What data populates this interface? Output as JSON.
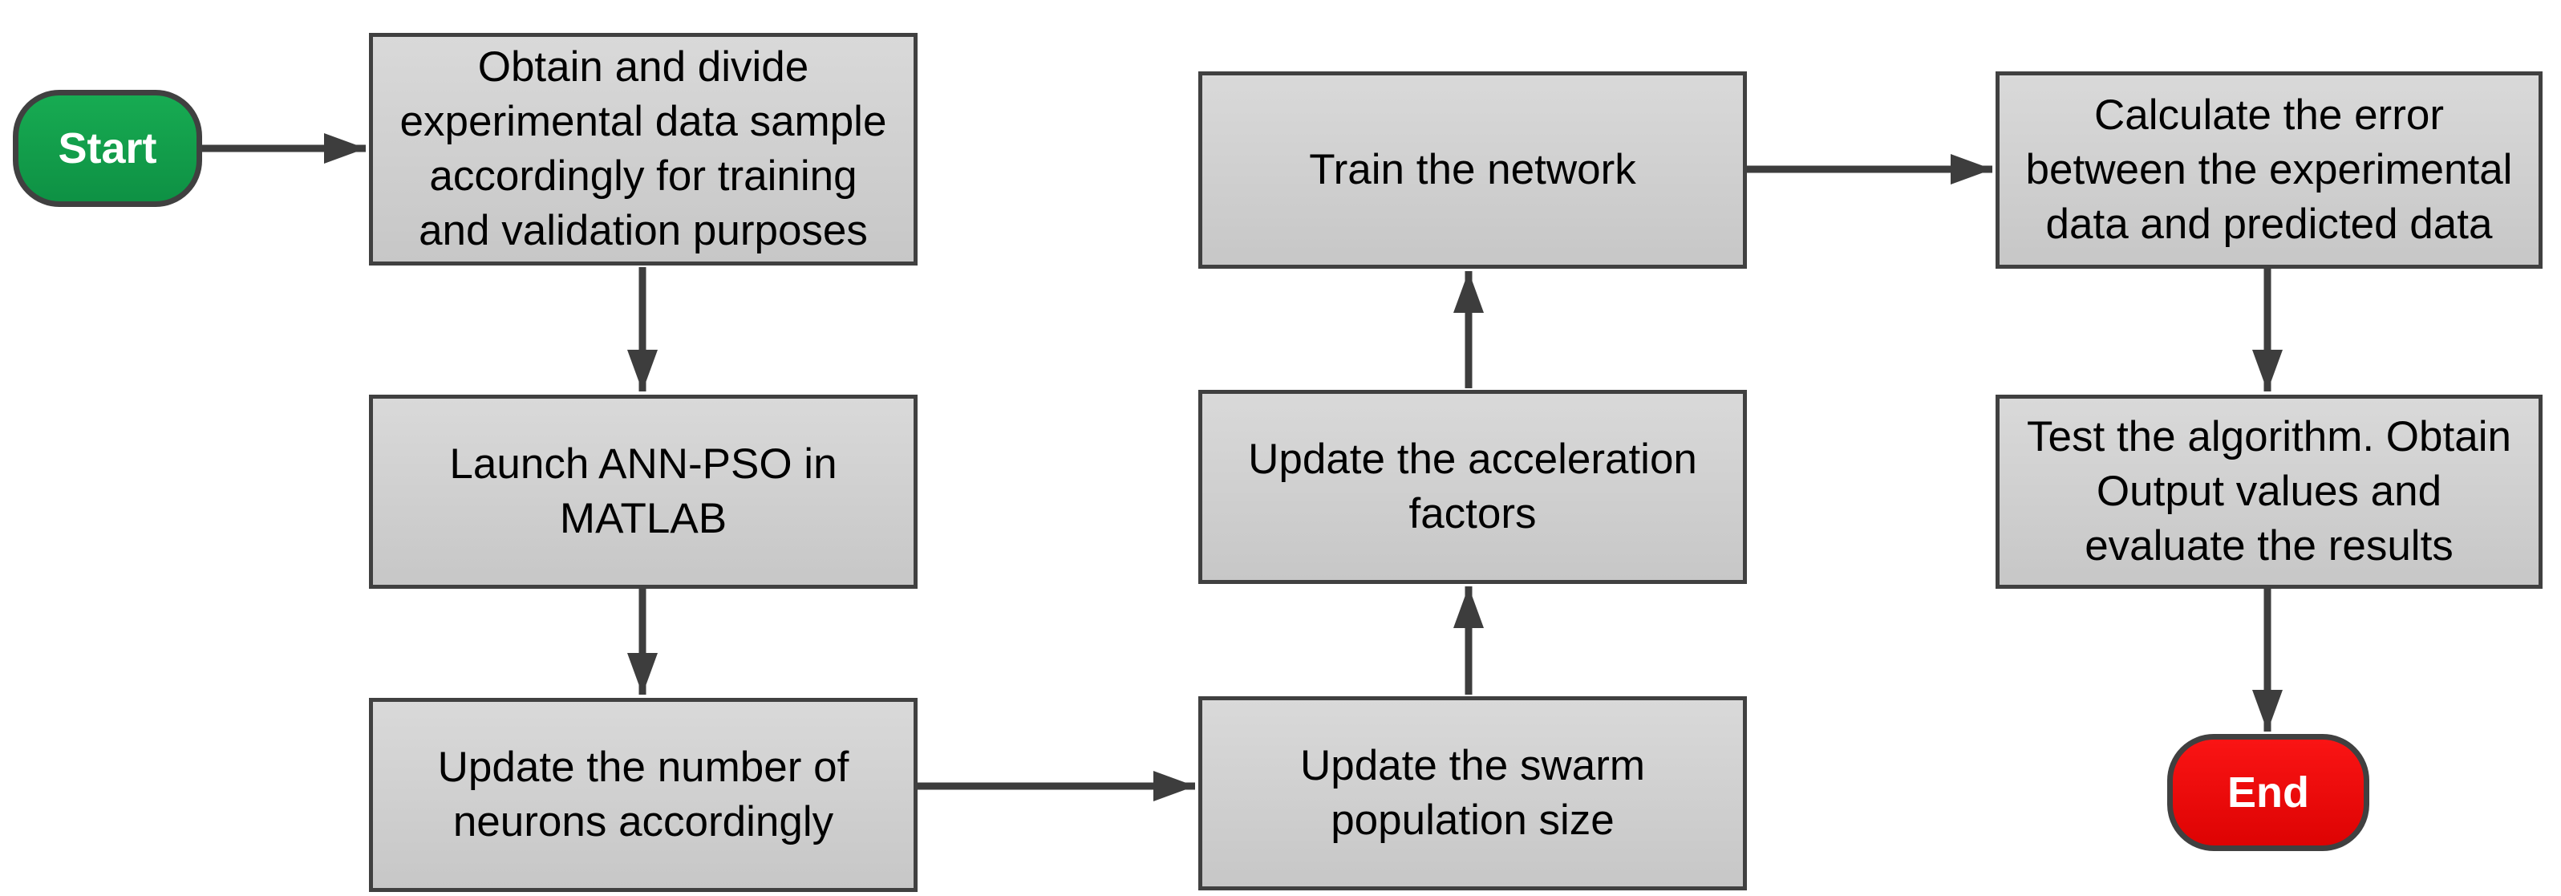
{
  "diagram": {
    "kind": "flowchart",
    "colors": {
      "bg": "#ffffff",
      "node_top": "#d9d9d9",
      "node_bottom": "#c7c7c7",
      "node_border": "#404040",
      "arrow": "#3d3d3d",
      "start_top": "#17ab52",
      "start_bottom": "#0e9144",
      "end_top": "#fa1414",
      "end_bottom": "#dd0303",
      "text": "#000000",
      "terminator_text": "#ffffff"
    }
  },
  "nodes": {
    "start": {
      "label": "Start",
      "shape": "terminator"
    },
    "obtain_data": {
      "label": "Obtain and divide\nexperimental data sample\naccordingly for training\nand validation purposes",
      "shape": "process"
    },
    "launch_matlab": {
      "label": "Launch ANN-PSO in\nMATLAB",
      "shape": "process"
    },
    "update_neurons": {
      "label": "Update the number of\nneurons accordingly",
      "shape": "process"
    },
    "update_swarm": {
      "label": "Update the swarm\npopulation size",
      "shape": "process"
    },
    "update_acceleration": {
      "label": "Update the acceleration\nfactors",
      "shape": "process"
    },
    "train_network": {
      "label": "Train the network",
      "shape": "process"
    },
    "calculate_error": {
      "label": "Calculate the error\nbetween the experimental\ndata and predicted data",
      "shape": "process"
    },
    "test_algorithm": {
      "label": "Test the algorithm. Obtain\nOutput values and\nevaluate the results",
      "shape": "process"
    },
    "end": {
      "label": "End",
      "shape": "terminator"
    }
  },
  "edges": [
    {
      "from": "start",
      "to": "obtain_data",
      "direction": "right"
    },
    {
      "from": "obtain_data",
      "to": "launch_matlab",
      "direction": "down"
    },
    {
      "from": "launch_matlab",
      "to": "update_neurons",
      "direction": "down"
    },
    {
      "from": "update_neurons",
      "to": "update_swarm",
      "direction": "right"
    },
    {
      "from": "update_swarm",
      "to": "update_acceleration",
      "direction": "up"
    },
    {
      "from": "update_acceleration",
      "to": "train_network",
      "direction": "up"
    },
    {
      "from": "train_network",
      "to": "calculate_error",
      "direction": "right"
    },
    {
      "from": "calculate_error",
      "to": "test_algorithm",
      "direction": "down"
    },
    {
      "from": "test_algorithm",
      "to": "end",
      "direction": "down"
    }
  ]
}
